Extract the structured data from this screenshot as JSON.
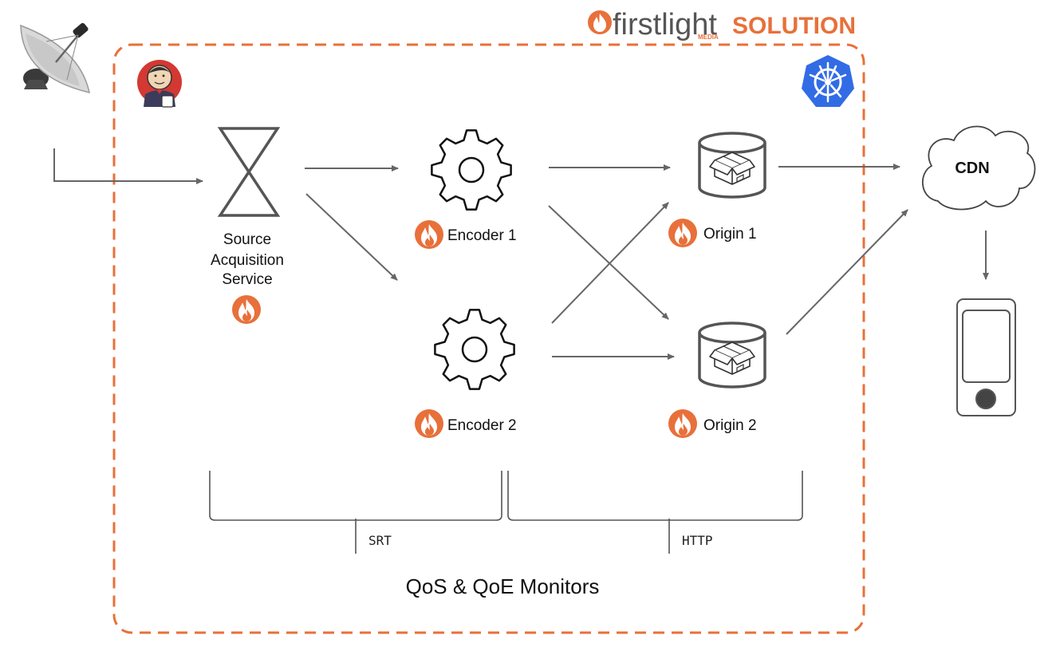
{
  "brand": {
    "name": "firstlight",
    "sub": "MEDIA",
    "solution": "SOLUTION",
    "accent": "#e8703a"
  },
  "nodes": {
    "source": {
      "line1": "Source",
      "line2": "Acquisition",
      "line3": "Service"
    },
    "encoder1": {
      "label": "Encoder 1"
    },
    "encoder2": {
      "label": "Encoder 2"
    },
    "origin1": {
      "label": "Origin 1"
    },
    "origin2": {
      "label": "Origin 2"
    },
    "cdn": {
      "label": "CDN"
    }
  },
  "brackets": {
    "left": {
      "label": "SRT"
    },
    "right": {
      "label": "HTTP"
    }
  },
  "footer": {
    "label": "QoS & QoE Monitors"
  },
  "icons": {
    "satellite": "satellite-dish-icon",
    "jenkins": "jenkins-butler-icon",
    "kubernetes": "kubernetes-helm-icon",
    "flame": "firstlight-flame-icon",
    "phone": "mobile-phone-icon"
  },
  "colors": {
    "arrow": "#666666",
    "dash": "#e8703a",
    "k8s": "#326ce5"
  }
}
